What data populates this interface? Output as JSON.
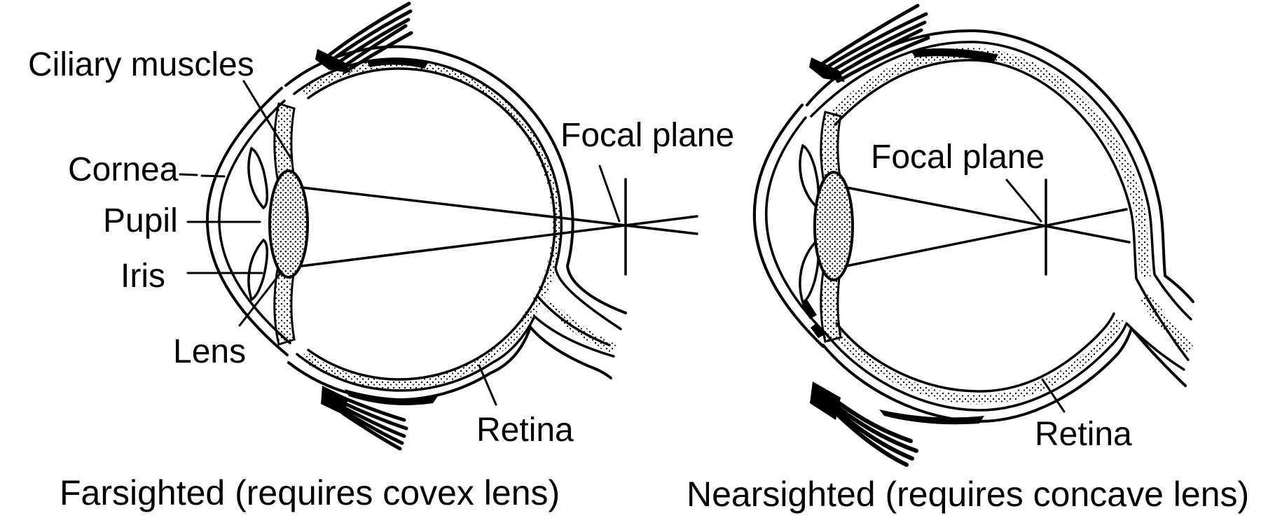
{
  "colors": {
    "ink": "#000000",
    "background": "#ffffff"
  },
  "panels": [
    {
      "name": "farsighted",
      "caption": "Farsighted (requires covex lens)",
      "labels": {
        "ciliary_muscles": "Ciliary muscles",
        "cornea": "Cornea",
        "pupil": "Pupil",
        "iris": "Iris",
        "lens": "Lens",
        "focal_plane": "Focal plane",
        "retina": "Retina"
      }
    },
    {
      "name": "nearsighted",
      "caption": "Nearsighted (requires concave lens)",
      "labels": {
        "focal_plane": "Focal plane",
        "retina": "Retina"
      }
    }
  ]
}
